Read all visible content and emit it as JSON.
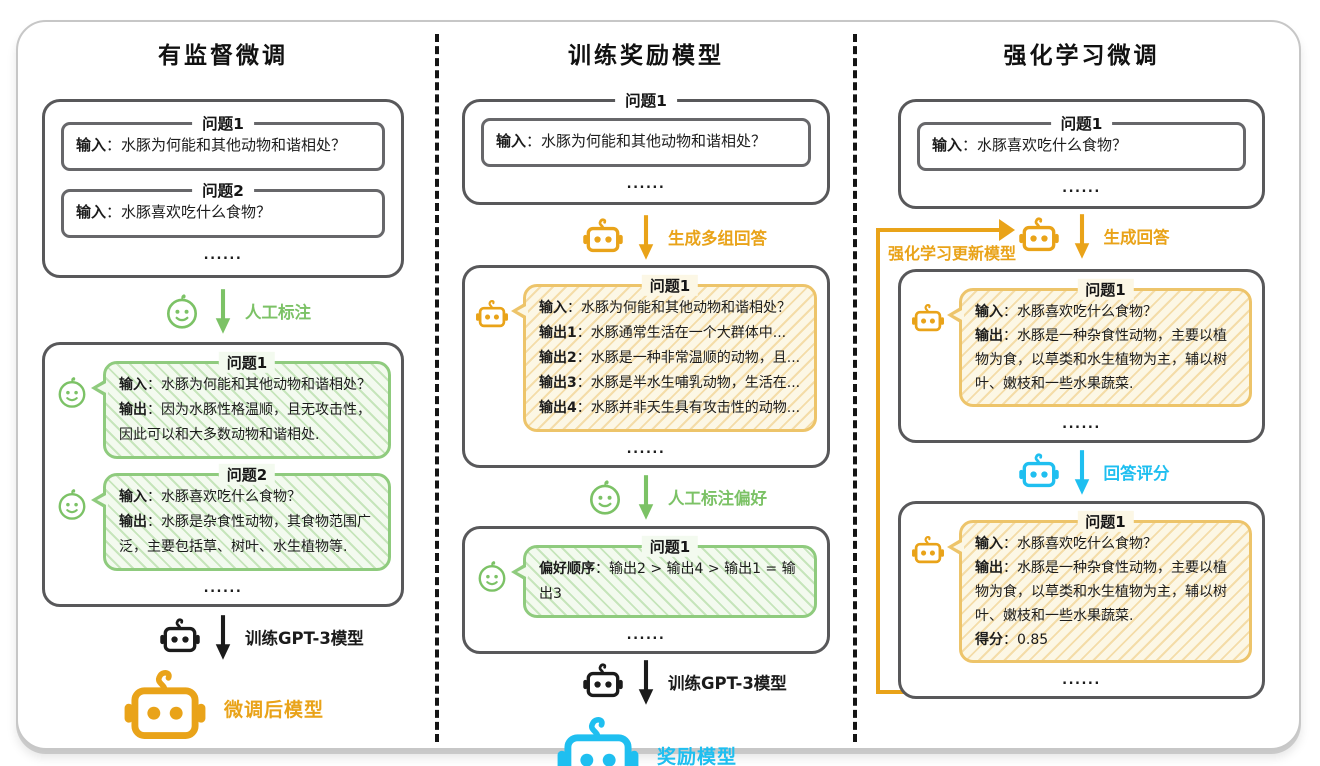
{
  "colors": {
    "orange": "#E9A319",
    "green": "#7CC266",
    "cyan": "#1FBFF0",
    "black": "#1B1B1B",
    "box_border": "#58585A",
    "frame_border": "#C7C7C7"
  },
  "columns": {
    "sft": {
      "title": "有监督微调",
      "dataset": {
        "questions": [
          {
            "title": "问题1",
            "label": "输入",
            "text": "：水豚为何能和其他动物和谐相处？"
          },
          {
            "title": "问题2",
            "label": "输入",
            "text": "：水豚喜欢吃什么食物？"
          }
        ],
        "ellipsis": "......"
      },
      "step_annotate": {
        "label": "人工标注"
      },
      "labeled": {
        "bubbles": [
          {
            "title": "问题1",
            "lines": [
              {
                "label": "输入",
                "text": "：水豚为何能和其他动物和谐相处？"
              },
              {
                "label": "输出",
                "text": "：因为水豚性格温顺，且无攻击性，因此可以和大多数动物和谐相处."
              }
            ]
          },
          {
            "title": "问题2",
            "lines": [
              {
                "label": "输入",
                "text": "：水豚喜欢吃什么食物？"
              },
              {
                "label": "输出",
                "text": "：水豚是杂食性动物，其食物范围广泛，主要包括草、树叶、水生植物等."
              }
            ]
          }
        ],
        "ellipsis": "......"
      },
      "step_train": {
        "label": "训练GPT-3模型"
      },
      "result": {
        "label": "微调后模型"
      }
    },
    "rm": {
      "title": "训练奖励模型",
      "dataset": {
        "title": "问题1",
        "line": {
          "label": "输入",
          "text": "：水豚为何能和其他动物和谐相处？"
        },
        "ellipsis": "......"
      },
      "step_generate": {
        "label": "生成多组回答"
      },
      "answers": {
        "bubble": {
          "title": "问题1",
          "lines": [
            {
              "label": "输入",
              "text": "：水豚为何能和其他动物和谐相处？"
            },
            {
              "label": "输出1",
              "text": "：水豚通常生活在一个大群体中..."
            },
            {
              "label": "输出2",
              "text": "：水豚是一种非常温顺的动物，且..."
            },
            {
              "label": "输出3",
              "text": "：水豚是半水生哺乳动物，生活在..."
            },
            {
              "label": "输出4",
              "text": "：水豚并非天生具有攻击性的动物..."
            }
          ]
        },
        "ellipsis": "......"
      },
      "step_annotate": {
        "label": "人工标注偏好"
      },
      "preference": {
        "bubble": {
          "title": "问题1",
          "lines": [
            {
              "label": "偏好顺序",
              "text": "：输出2 > 输出4 > 输出1 = 输出3"
            }
          ]
        },
        "ellipsis": "......"
      },
      "step_train": {
        "label": "训练GPT-3模型"
      },
      "result": {
        "label": "奖励模型"
      }
    },
    "rl": {
      "title": "强化学习微调",
      "dataset": {
        "title": "问题1",
        "line": {
          "label": "输入",
          "text": "：水豚喜欢吃什么食物？"
        },
        "ellipsis": "......"
      },
      "loop_label": "强化学习更新模型",
      "step_generate": {
        "label": "生成回答"
      },
      "answer": {
        "bubble": {
          "title": "问题1",
          "lines": [
            {
              "label": "输入",
              "text": "：水豚喜欢吃什么食物？"
            },
            {
              "label": "输出",
              "text": "：水豚是一种杂食性动物，主要以植物为食，以草类和水生植物为主，辅以树叶、嫩枝和一些水果蔬菜."
            }
          ]
        },
        "ellipsis": "......"
      },
      "step_score": {
        "label": "回答评分"
      },
      "scored": {
        "bubble": {
          "title": "问题1",
          "lines": [
            {
              "label": "输入",
              "text": "：水豚喜欢吃什么食物？"
            },
            {
              "label": "输出",
              "text": "：水豚是一种杂食性动物，主要以植物为食，以草类和水生植物为主，辅以树叶、嫩枝和一些水果蔬菜."
            },
            {
              "label": "得分",
              "text": "：0.85"
            }
          ]
        },
        "ellipsis": "......"
      }
    }
  }
}
